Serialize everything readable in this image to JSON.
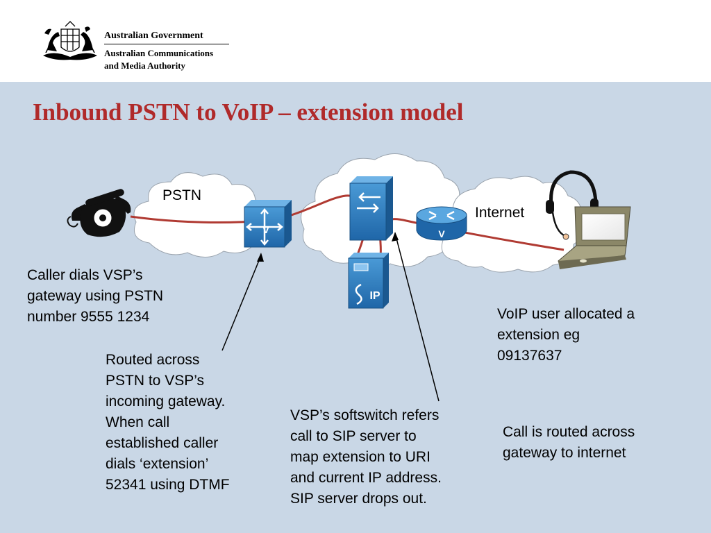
{
  "header": {
    "government": "Australian Government",
    "agency_line1": "Australian Communications",
    "agency_line2": "and Media Authority"
  },
  "slide": {
    "title": "Inbound PSTN to VoIP – extension model"
  },
  "networks": {
    "pstn": "PSTN",
    "internet": "Internet"
  },
  "devices": {
    "sip_label": "IP"
  },
  "annotations": {
    "caller": [
      "Caller dials VSP’s",
      "gateway using PSTN",
      "number 9555 1234"
    ],
    "routed": [
      "Routed across",
      "PSTN to VSP’s",
      "incoming gateway.",
      "When call",
      "established caller",
      "dials ‘extension’",
      "52341 using DTMF"
    ],
    "softswitch": [
      "VSP’s softswitch refers",
      "call to SIP server to",
      "map extension to URI",
      "and current IP address.",
      "SIP server drops out."
    ],
    "voip_user": [
      "VoIP user allocated a",
      "extension eg",
      "09137637"
    ],
    "call_routed": [
      "Call is routed across",
      "gateway to internet"
    ]
  },
  "colors": {
    "background": "#c9d7e6",
    "title": "#b02a2a",
    "call_path": "#b03a32",
    "device_blue": "#2f7fc1"
  }
}
